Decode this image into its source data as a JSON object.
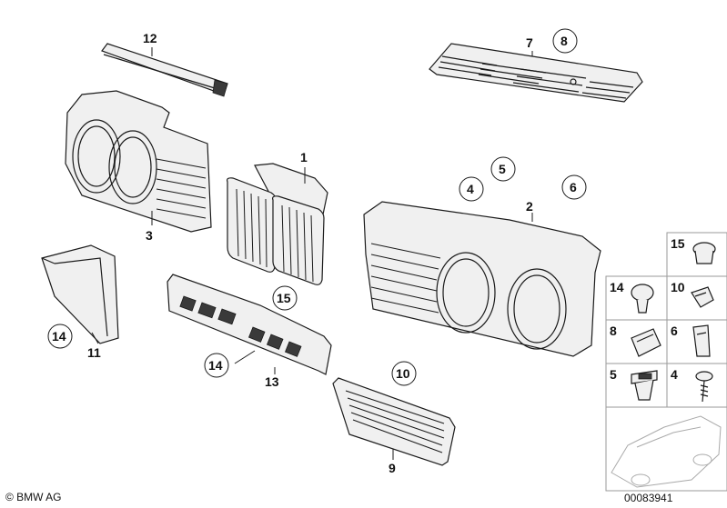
{
  "callouts": {
    "p1": "1",
    "p2": "2",
    "p3": "3",
    "p4": "4",
    "p5": "5",
    "p6": "6",
    "p7": "7",
    "p8": "8",
    "p9": "9",
    "p10": "10",
    "p11": "11",
    "p12": "12",
    "p13": "13",
    "p14": "14",
    "p15": "15"
  },
  "grid": {
    "cells": [
      "15",
      "14",
      "10",
      "8",
      "6",
      "5",
      "4"
    ]
  },
  "footer": {
    "copyright": "© BMW AG",
    "image_number": "00083941"
  }
}
